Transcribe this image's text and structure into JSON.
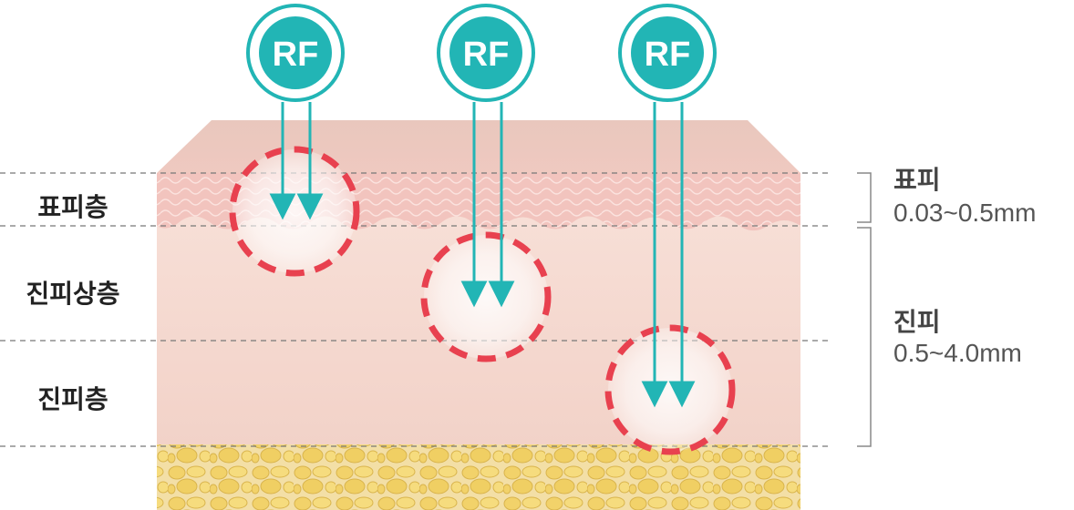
{
  "probes": [
    {
      "label": "RF"
    },
    {
      "label": "RF"
    },
    {
      "label": "RF"
    }
  ],
  "layers": [
    {
      "label": "표피층"
    },
    {
      "label": "진피상층"
    },
    {
      "label": "진피층"
    }
  ],
  "measurements": [
    {
      "title": "표피",
      "value": "0.03~0.5mm"
    },
    {
      "title": "진피",
      "value": "0.5~4.0mm"
    }
  ],
  "colors": {
    "accent_teal": "#22B5B5",
    "target_red": "#E8414F",
    "epidermis": "#F2C4BE",
    "dermis": "#F6DCD4",
    "fat": "#F1D77C",
    "guide_line": "#777777"
  },
  "icons": {
    "probe": "rf-probe-icon",
    "arrow": "arrow-down-icon",
    "target": "target-zone-icon"
  }
}
